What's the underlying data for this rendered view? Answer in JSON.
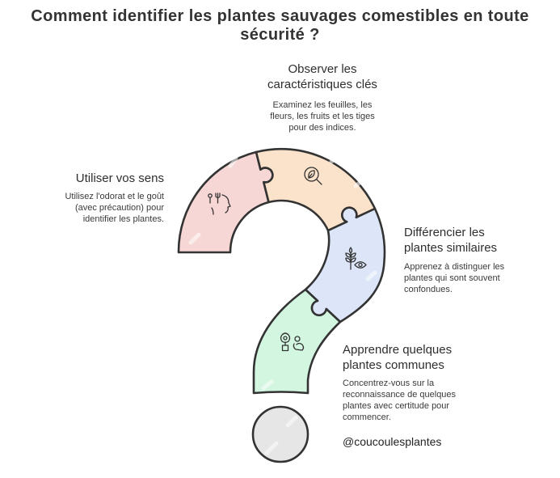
{
  "title": {
    "lines": [
      "Comment identifier les plantes sauvages comestibles en toute",
      "sécurité ?"
    ]
  },
  "steps": [
    {
      "id": "senses",
      "heading": [
        "Utiliser vos sens"
      ],
      "description": [
        "Utilisez l'odorat et le goût",
        "(avec précaution) pour",
        "identifier les plantes."
      ],
      "icon": "utensils-face-icon",
      "color": "#f6d7d5"
    },
    {
      "id": "observe",
      "heading": [
        "Observer les",
        "caractéristiques clés"
      ],
      "description": [
        "Examinez les feuilles, les",
        "fleurs, les fruits et les tiges",
        "pour des indices."
      ],
      "icon": "magnifier-leaf-icon",
      "color": "#fbe3cb"
    },
    {
      "id": "differentiate",
      "heading": [
        "Différencier les",
        "plantes similaires"
      ],
      "description": [
        "Apprenez à distinguer les",
        "plantes qui sont souvent",
        "confondues."
      ],
      "icon": "wheat-eye-icon",
      "color": "#dce6f8"
    },
    {
      "id": "learn",
      "heading": [
        "Apprendre quelques",
        "plantes communes"
      ],
      "description": [
        "Concentrez-vous sur la",
        "reconnaissance de quelques",
        "plantes avec certitude pour",
        "commencer."
      ],
      "icon": "plant-person-icon",
      "color": "#d3f6e1"
    }
  ],
  "dot": {
    "color": "#e6e6e6"
  },
  "handle": "@coucoulesplantes",
  "colors": {
    "outline": "#333333",
    "text": "#333333",
    "background": "#ffffff"
  }
}
